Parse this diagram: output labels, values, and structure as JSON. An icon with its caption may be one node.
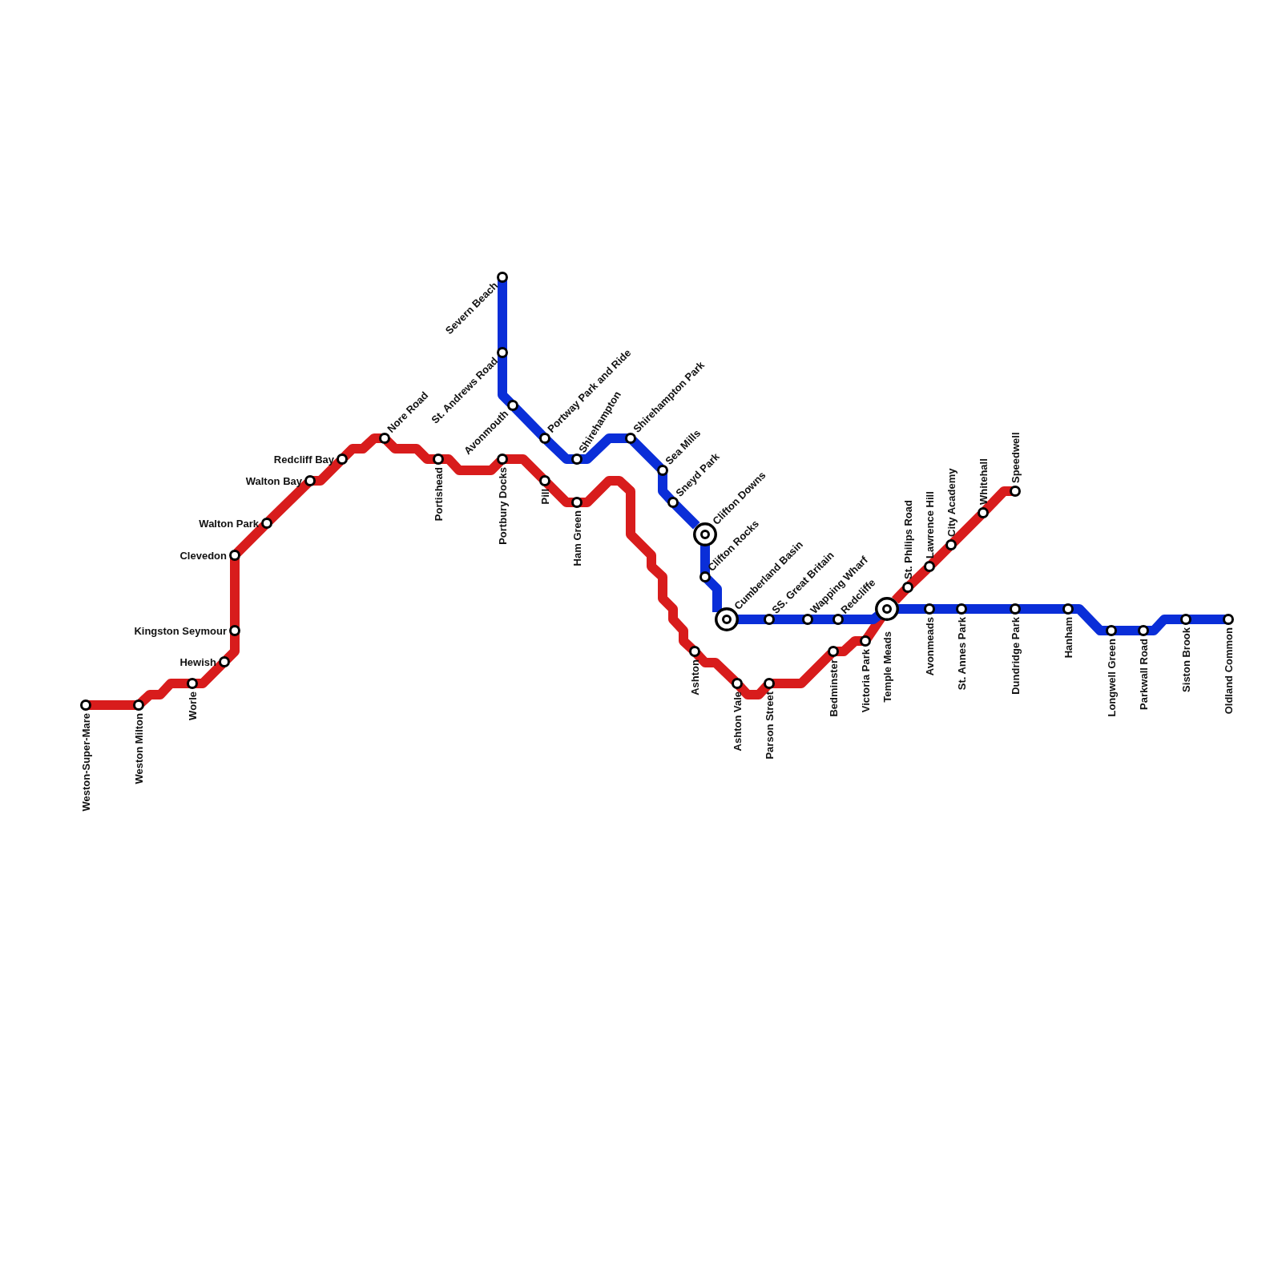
{
  "diagram": {
    "nodes": [
      {
        "text": [
          "Weston-Super-Mare"
        ]
      },
      {
        "text": [
          "Weston Milton"
        ]
      },
      {
        "text": [
          "Worle"
        ]
      },
      {
        "text": [
          "Hewish"
        ]
      },
      {
        "text": [
          "Kingston Seymour"
        ]
      },
      {
        "text": [
          "Clevedon"
        ]
      },
      {
        "text": [
          "Walton Park"
        ]
      },
      {
        "text": [
          "Walton Bay"
        ]
      },
      {
        "text": [
          "Redcliff Bay"
        ]
      },
      {
        "text": [
          "Nore Road"
        ]
      },
      {
        "text": [
          "Portishead"
        ]
      },
      {
        "text": [
          "Portbury Docks"
        ]
      },
      {
        "text": [
          "Pill"
        ]
      },
      {
        "text": [
          "Ham Green"
        ]
      },
      {
        "text": [
          "Ashton"
        ]
      },
      {
        "text": [
          "Ashton Vale"
        ]
      },
      {
        "text": [
          "Parson Street"
        ]
      },
      {
        "text": [
          "Bedminster"
        ]
      },
      {
        "text": [
          "Victoria Park"
        ]
      },
      {
        "text": [
          "Temple Meads"
        ]
      },
      {
        "text": [
          "St. Philips Road"
        ]
      },
      {
        "text": [
          "Lawrence Hill"
        ]
      },
      {
        "text": [
          "City Academy"
        ]
      },
      {
        "text": [
          "Whitehall"
        ]
      },
      {
        "text": [
          "Speedwell"
        ]
      },
      {
        "text": [
          "Severn Beach"
        ]
      },
      {
        "text": [
          "St. Andrews Road"
        ]
      },
      {
        "text": [
          "Avonmouth"
        ]
      },
      {
        "text": [
          "Portway Park and Ride"
        ]
      },
      {
        "text": [
          "Shirehampton"
        ]
      },
      {
        "text": [
          "Shirehampton Park"
        ]
      },
      {
        "text": [
          "Sea Mills"
        ]
      },
      {
        "text": [
          "Sneyd Park"
        ]
      },
      {
        "text": [
          "Clifton Downs"
        ]
      },
      {
        "text": [
          "Clifton Rocks"
        ]
      },
      {
        "text": [
          "Cumberland Basin"
        ]
      },
      {
        "text": [
          "SS. Great Britain"
        ]
      },
      {
        "text": [
          "Wapping Wharf"
        ]
      },
      {
        "text": [
          "Redcliffe"
        ]
      },
      {
        "text": [
          "Avonmeads"
        ]
      },
      {
        "text": [
          "St. Annes Park"
        ]
      },
      {
        "text": [
          "Dundridge Park"
        ]
      },
      {
        "text": [
          "Hanham"
        ]
      },
      {
        "text": [
          "Longwell Green"
        ]
      },
      {
        "text": [
          "Parkwall Road"
        ]
      },
      {
        "text": [
          "Siston Brook"
        ]
      },
      {
        "text": [
          "Oldland Common"
        ]
      }
    ],
    "edges": [
      {
        "from": 0,
        "to": 1,
        "arrow": "none"
      },
      {
        "from": 1,
        "to": 2,
        "arrow": "none"
      },
      {
        "from": 2,
        "to": 3,
        "arrow": "none"
      },
      {
        "from": 3,
        "to": 4,
        "arrow": "none"
      },
      {
        "from": 4,
        "to": 5,
        "arrow": "none"
      },
      {
        "from": 5,
        "to": 6,
        "arrow": "none"
      },
      {
        "from": 6,
        "to": 7,
        "arrow": "none"
      },
      {
        "from": 7,
        "to": 8,
        "arrow": "none"
      },
      {
        "from": 8,
        "to": 9,
        "arrow": "none"
      },
      {
        "from": 9,
        "to": 10,
        "arrow": "none"
      },
      {
        "from": 10,
        "to": 11,
        "arrow": "none"
      },
      {
        "from": 11,
        "to": 12,
        "arrow": "none"
      },
      {
        "from": 12,
        "to": 13,
        "arrow": "none"
      },
      {
        "from": 13,
        "to": 14,
        "arrow": "none"
      },
      {
        "from": 14,
        "to": 15,
        "arrow": "none"
      },
      {
        "from": 15,
        "to": 16,
        "arrow": "none"
      },
      {
        "from": 16,
        "to": 17,
        "arrow": "none"
      },
      {
        "from": 17,
        "to": 18,
        "arrow": "none"
      },
      {
        "from": 18,
        "to": 19,
        "arrow": "none"
      },
      {
        "from": 19,
        "to": 20,
        "arrow": "none"
      },
      {
        "from": 20,
        "to": 21,
        "arrow": "none"
      },
      {
        "from": 21,
        "to": 22,
        "arrow": "none"
      },
      {
        "from": 22,
        "to": 23,
        "arrow": "none"
      },
      {
        "from": 23,
        "to": 24,
        "arrow": "none"
      },
      {
        "from": 25,
        "to": 26,
        "arrow": "none",
        "color": "#0a2ed8"
      },
      {
        "from": 26,
        "to": 27,
        "arrow": "none",
        "color": "#0a2ed8"
      },
      {
        "from": 27,
        "to": 28,
        "arrow": "none",
        "color": "#0a2ed8"
      },
      {
        "from": 28,
        "to": 29,
        "arrow": "none",
        "color": "#0a2ed8"
      },
      {
        "from": 29,
        "to": 30,
        "arrow": "none",
        "color": "#0a2ed8"
      },
      {
        "from": 30,
        "to": 31,
        "arrow": "none",
        "color": "#0a2ed8"
      },
      {
        "from": 31,
        "to": 32,
        "arrow": "none",
        "color": "#0a2ed8"
      },
      {
        "from": 32,
        "to": 33,
        "arrow": "none",
        "color": "#0a2ed8"
      },
      {
        "from": 33,
        "to": 34,
        "arrow": "none",
        "color": "#0a2ed8"
      },
      {
        "from": 34,
        "to": 35,
        "arrow": "none",
        "color": "#0a2ed8"
      },
      {
        "from": 35,
        "to": 36,
        "arrow": "none",
        "color": "#0a2ed8"
      },
      {
        "from": 36,
        "to": 37,
        "arrow": "none",
        "color": "#0a2ed8"
      },
      {
        "from": 37,
        "to": 38,
        "arrow": "none",
        "color": "#0a2ed8"
      },
      {
        "from": 38,
        "to": 19,
        "arrow": "none",
        "color": "#0a2ed8"
      },
      {
        "from": 19,
        "to": 39,
        "arrow": "none",
        "color": "#0a2ed8"
      },
      {
        "from": 39,
        "to": 40,
        "arrow": "none",
        "color": "#0a2ed8"
      },
      {
        "from": 40,
        "to": 41,
        "arrow": "none",
        "color": "#0a2ed8"
      },
      {
        "from": 41,
        "to": 42,
        "arrow": "none",
        "color": "#0a2ed8"
      },
      {
        "from": 42,
        "to": 43,
        "arrow": "none",
        "color": "#0a2ed8"
      },
      {
        "from": 43,
        "to": 44,
        "arrow": "none",
        "color": "#0a2ed8"
      },
      {
        "from": 44,
        "to": 45,
        "arrow": "none",
        "color": "#0a2ed8"
      },
      {
        "from": 45,
        "to": 46,
        "arrow": "none",
        "color": "#0a2ed8"
      }
    ]
  }
}
